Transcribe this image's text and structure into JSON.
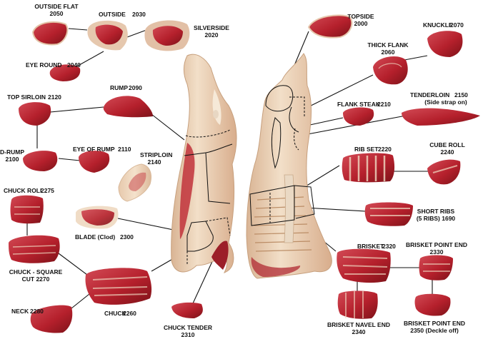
{
  "colors": {
    "meat": "#b5202c",
    "meat_dark": "#7d1319",
    "fat": "#f1dcc4",
    "fat_shade": "#dcb99a",
    "bone": "#efe7dc",
    "line": "#111111"
  },
  "cuts": [
    {
      "id": "outside-flat",
      "name": "OUTSIDE FLAT",
      "code": "2050"
    },
    {
      "id": "outside",
      "name": "OUTSIDE",
      "code": "2030"
    },
    {
      "id": "silverside",
      "name": "SILVERSIDE",
      "code": "2020"
    },
    {
      "id": "eye-round",
      "name": "EYE ROUND",
      "code": "2040"
    },
    {
      "id": "top-sirloin",
      "name": "TOP SIRLOIN",
      "code": "2120"
    },
    {
      "id": "rump",
      "name": "RUMP",
      "code": "2090"
    },
    {
      "id": "d-rump",
      "name": "D-RUMP",
      "code": "2100"
    },
    {
      "id": "eye-of-rump",
      "name": "EYE OF RUMP",
      "code": "2110"
    },
    {
      "id": "striploin",
      "name": "STRIPLOIN",
      "code": "2140"
    },
    {
      "id": "chuck-roll",
      "name": "CHUCK ROLL",
      "code": "2275"
    },
    {
      "id": "blade",
      "name": "BLADE (Clod)",
      "code": "2300"
    },
    {
      "id": "chuck-square-cut",
      "name": "CHUCK - SQUARE",
      "sub": "CUT 2270"
    },
    {
      "id": "neck",
      "name": "NECK",
      "code": "2280"
    },
    {
      "id": "chuck",
      "name": "CHUCK",
      "code": "2260"
    },
    {
      "id": "chuck-tender",
      "name": "CHUCK TENDER",
      "code": "2310"
    },
    {
      "id": "topside",
      "name": "TOPSIDE",
      "code": "2000"
    },
    {
      "id": "knuckle",
      "name": "KNUCKLE",
      "code": "2070"
    },
    {
      "id": "thick-flank",
      "name": "THICK FLANK",
      "code": "2060"
    },
    {
      "id": "tenderloin",
      "name": "TENDERLOIN",
      "code": "2150",
      "sub": "(Side strap on)"
    },
    {
      "id": "flank-steak",
      "name": "FLANK STEAK",
      "code": "2210"
    },
    {
      "id": "rib-set",
      "name": "RIB SET",
      "code": "2220"
    },
    {
      "id": "cube-roll",
      "name": "CUBE ROLL",
      "code": "2240"
    },
    {
      "id": "short-ribs",
      "name": "SHORT RIBS",
      "sub": "(5 RIBS) 1690"
    },
    {
      "id": "brisket",
      "name": "BRISKET",
      "code": "2320"
    },
    {
      "id": "brisket-point-end",
      "name": "BRISKET POINT END",
      "code": "2330"
    },
    {
      "id": "brisket-navel-end",
      "name": "BRISKET NAVEL END",
      "code": "2340"
    },
    {
      "id": "brisket-point-end-deckle-off",
      "name": "BRISKET POINT END",
      "sub": "2350 (Deckle off)"
    }
  ]
}
